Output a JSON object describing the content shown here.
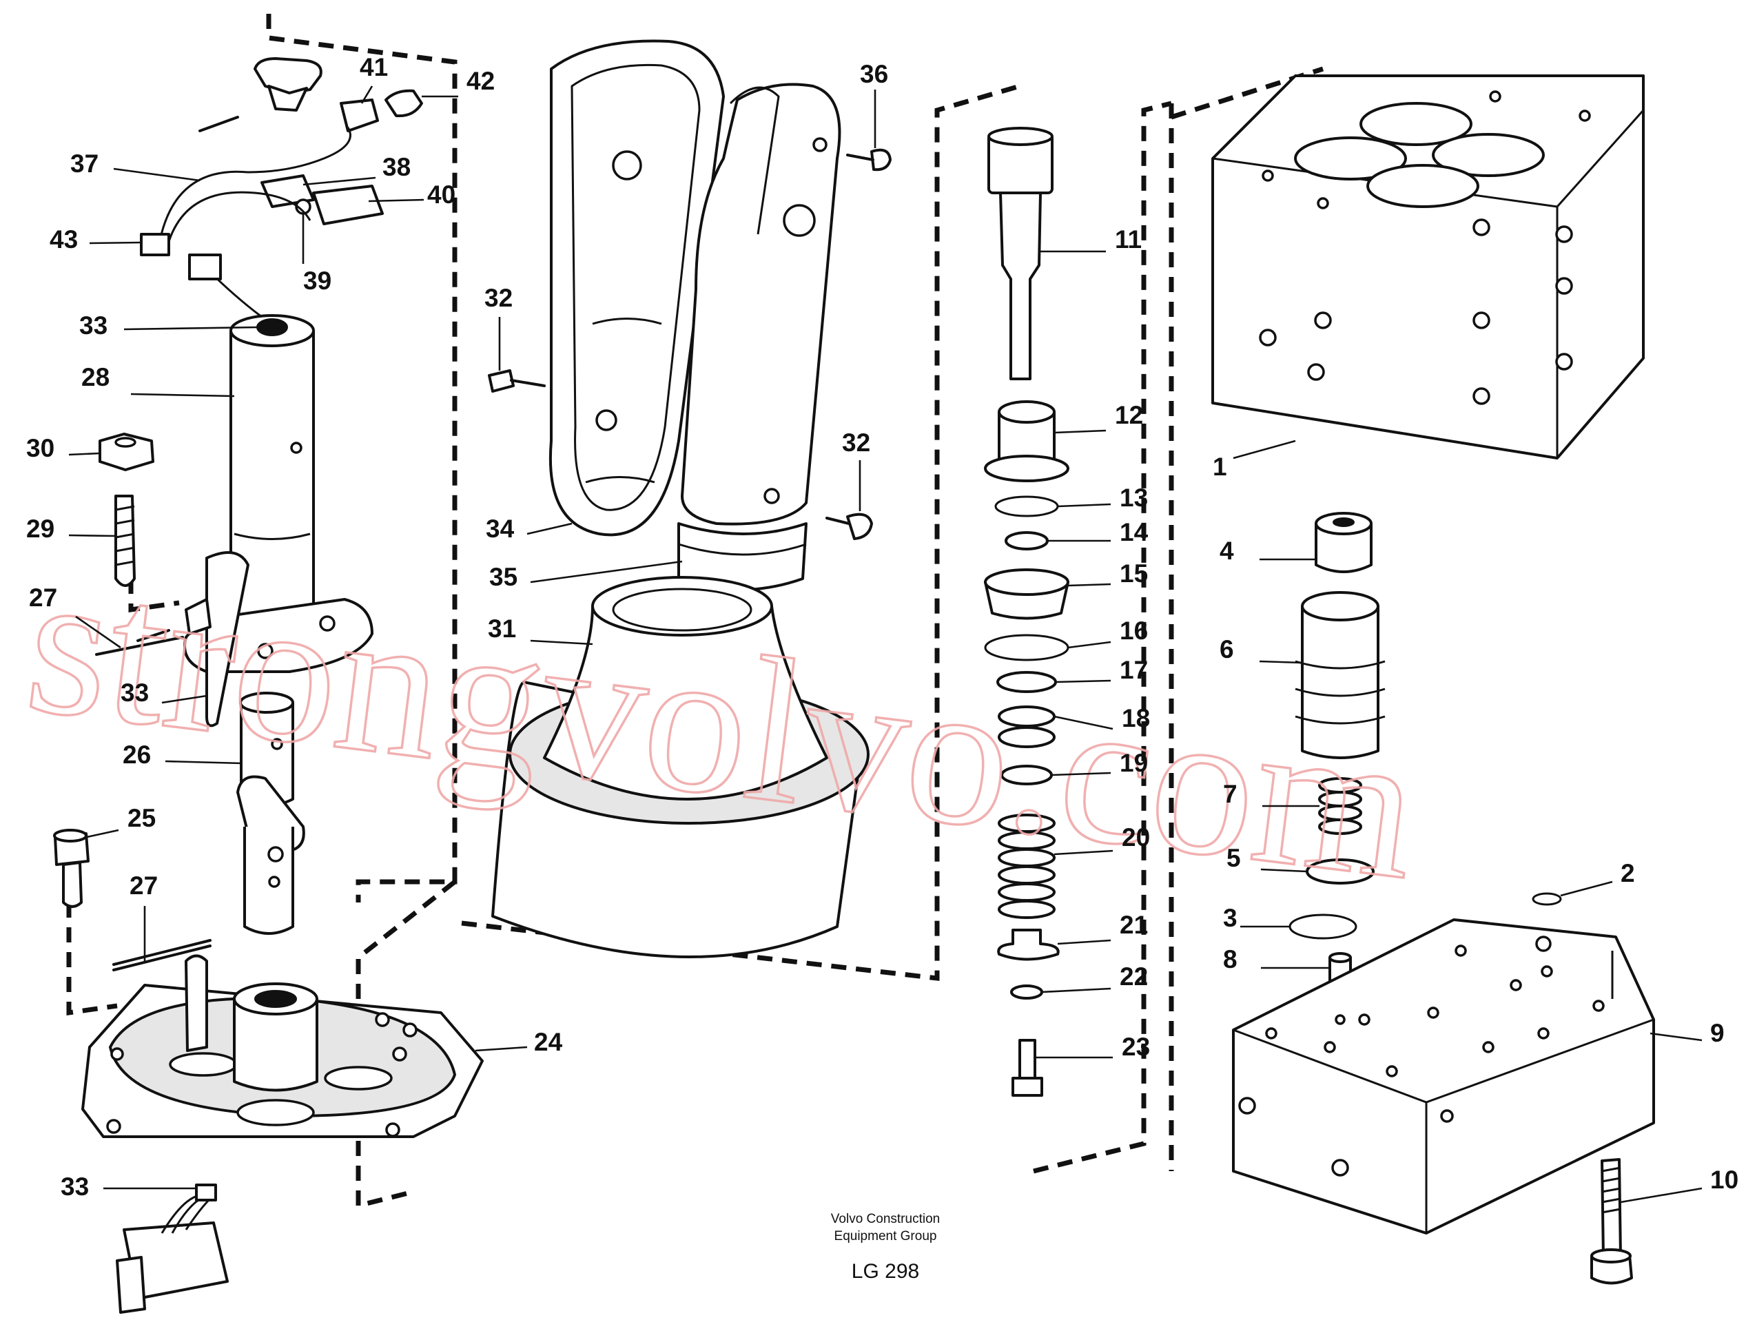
{
  "watermark": "strongvolvo.com",
  "caption": {
    "line1": "Volvo Construction",
    "line2": "Equipment Group",
    "code": "LG 298"
  },
  "callouts": [
    {
      "id": "42",
      "label": "42"
    },
    {
      "id": "41",
      "label": "41"
    },
    {
      "id": "37",
      "label": "37"
    },
    {
      "id": "38",
      "label": "38"
    },
    {
      "id": "40",
      "label": "40"
    },
    {
      "id": "43",
      "label": "43"
    },
    {
      "id": "39",
      "label": "39"
    },
    {
      "id": "33a",
      "label": "33"
    },
    {
      "id": "28",
      "label": "28"
    },
    {
      "id": "30",
      "label": "30"
    },
    {
      "id": "29",
      "label": "29"
    },
    {
      "id": "27a",
      "label": "27"
    },
    {
      "id": "33b",
      "label": "33"
    },
    {
      "id": "26",
      "label": "26"
    },
    {
      "id": "25",
      "label": "25"
    },
    {
      "id": "27b",
      "label": "27"
    },
    {
      "id": "24",
      "label": "24"
    },
    {
      "id": "33c",
      "label": "33"
    },
    {
      "id": "36",
      "label": "36"
    },
    {
      "id": "32a",
      "label": "32"
    },
    {
      "id": "32b",
      "label": "32"
    },
    {
      "id": "34",
      "label": "34"
    },
    {
      "id": "35",
      "label": "35"
    },
    {
      "id": "31",
      "label": "31"
    },
    {
      "id": "11",
      "label": "11"
    },
    {
      "id": "12",
      "label": "12"
    },
    {
      "id": "13",
      "label": "13"
    },
    {
      "id": "14",
      "label": "14"
    },
    {
      "id": "15",
      "label": "15"
    },
    {
      "id": "16",
      "label": "16"
    },
    {
      "id": "17",
      "label": "17"
    },
    {
      "id": "18",
      "label": "18"
    },
    {
      "id": "19",
      "label": "19"
    },
    {
      "id": "20",
      "label": "20"
    },
    {
      "id": "21",
      "label": "21"
    },
    {
      "id": "22",
      "label": "22"
    },
    {
      "id": "23",
      "label": "23"
    },
    {
      "id": "1",
      "label": "1"
    },
    {
      "id": "4",
      "label": "4"
    },
    {
      "id": "6",
      "label": "6"
    },
    {
      "id": "7",
      "label": "7"
    },
    {
      "id": "5",
      "label": "5"
    },
    {
      "id": "2",
      "label": "2"
    },
    {
      "id": "3",
      "label": "3"
    },
    {
      "id": "8",
      "label": "8"
    },
    {
      "id": "9",
      "label": "9"
    },
    {
      "id": "10",
      "label": "10"
    }
  ]
}
